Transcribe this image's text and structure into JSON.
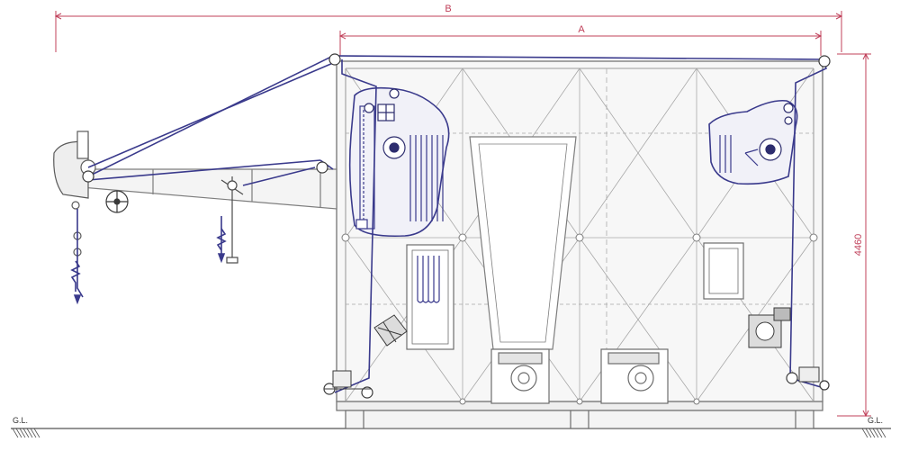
{
  "labels": {
    "dim_b": "B",
    "dim_a": "A",
    "dim_height": "4460",
    "ground_left": "G.L.",
    "ground_right": "G.L."
  },
  "colors": {
    "frame": "#7d7d7d",
    "belt": "#3a3a8c",
    "dimension": "#c0405a",
    "ground": "#555555"
  }
}
